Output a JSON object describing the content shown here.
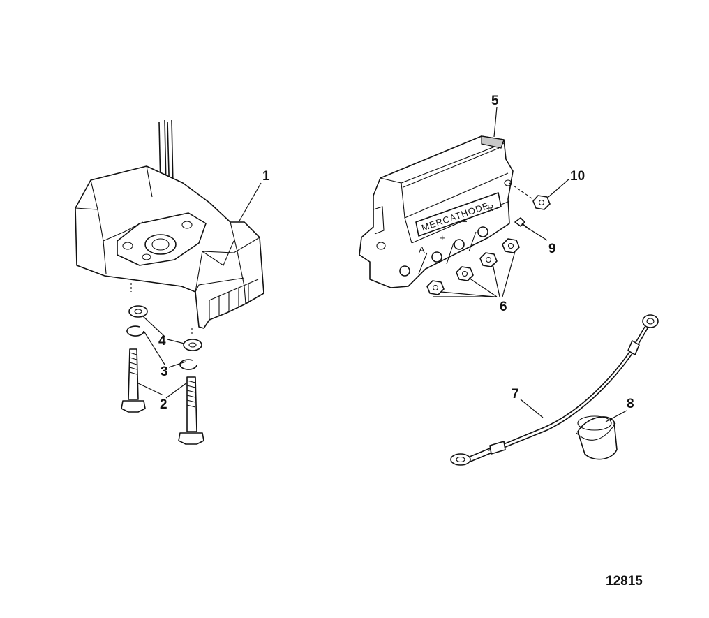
{
  "diagram": {
    "callouts": [
      "1",
      "2",
      "2",
      "3",
      "3",
      "4",
      "4",
      "5",
      "6",
      "7",
      "8",
      "9",
      "10"
    ],
    "anode_labels": {
      "brand": "MERCATHODE",
      "terminal_a": "A",
      "terminal_plus": "+",
      "terminal_minus": "−",
      "terminal_r": "R"
    },
    "figure_number": "12815"
  }
}
